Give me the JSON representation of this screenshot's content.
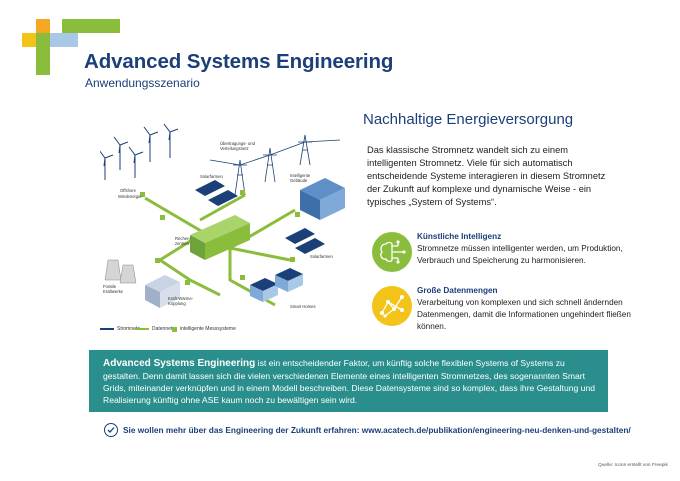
{
  "header": {
    "title": "Advanced Systems Engineering",
    "subtitle": "Anwendungsszenario"
  },
  "colors": {
    "brand_blue": "#1b3f78",
    "teal": "#2a8f8c",
    "green": "#8bbd3c",
    "yellow": "#f2c318",
    "light_blue": "#a8c8e6",
    "orange": "#f5a623"
  },
  "section": {
    "title": "Nachhaltige Energieversorgung",
    "intro": "Das klassische Stromnetz wandelt sich zu einem intelligenten Stromnetz. Viele für sich automatisch entscheidende Systeme interagieren in diesem Stromnetz der Zukunft auf komplexe und dynamische Weise - ein typisches „System of Systems“."
  },
  "features": [
    {
      "icon": "brain-circuit-icon",
      "title": "Künstliche Intelligenz",
      "description": "Stromnetze müssen intelligenter werden, um Produktion, Verbrauch und Speicherung zu harmonisieren."
    },
    {
      "icon": "data-network-icon",
      "title": "Große Datenmengen",
      "description": "Verarbeitung von komplexen und sich schnell ändernden Datenmengen, damit die Informationen ungehindert fließen können."
    }
  ],
  "diagram": {
    "labels": {
      "uebertragung": "Übertragungs- und",
      "verteilung": "Verteilungsnetz",
      "solarfarmen_top": "Solarfarmen",
      "intelligente": "Intelligente",
      "gebaeude": "Gebäude",
      "offshore": "Offshore",
      "windenergie": "Windenergie",
      "rechen": "Rechen-",
      "zentren": "zentren",
      "solarfarmen_right": "Solarfarmen",
      "fossile": "Fossile",
      "kraftwerke": "Kraftwerke",
      "kraft_waerme": "Kraft-Wärme-",
      "kopplung": "Kopplung",
      "smart_homes": "Smart Homes"
    },
    "legend": {
      "stromnetz": "Stromnetz",
      "datennetz": "Datennetz",
      "messsysteme": "intelligente Messsysteme"
    }
  },
  "banner": {
    "highlight": "Advanced Systems Engineering",
    "text": " ist ein entscheidender Faktor, um künftig solche flexiblen Systems of Systems zu gestalten. Denn damit lassen sich die vielen verschiedenen Elemente eines intelligenten Stromnetzes, des sogenannten Smart Grids, miteinander verknüpfen und in einem Modell beschreiben. Diese Datensysteme sind so komplex, dass ihre Gestaltung und Realisierung künftig ohne ASE kaum noch zu bewältigen sein wird."
  },
  "cta": {
    "icon": "checkmark-circle-icon",
    "text": "Sie wollen mehr über das Engineering der Zukunft erfahren: www.acatech.de/publikation/engineering-neu-denken-und-gestalten/"
  },
  "source": "Quelle: Icons erstellt von Freepik"
}
